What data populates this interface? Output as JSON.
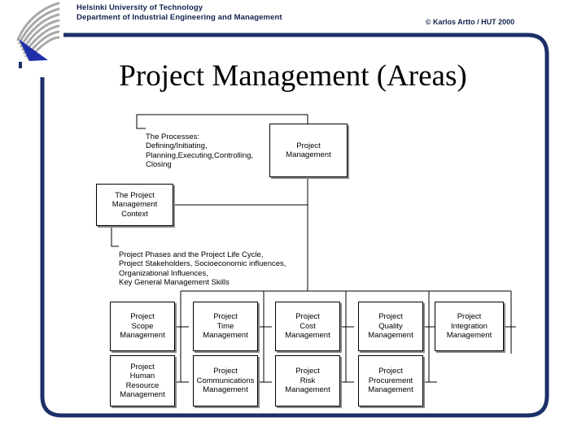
{
  "slide": {
    "header": {
      "line1": "Helsinki University of Technology",
      "line2": "Department of Industrial Engineering and Management",
      "copyright": "© Karlos Artto / HUT 2000"
    },
    "title": "Project Management (Areas)",
    "logo_name": "hut-logo",
    "colors": {
      "frame": "#1b3068",
      "header_text": "#11224d",
      "logo_blue": "#1f2fa8",
      "logo_gray": "#a9a9a9",
      "box_border": "#000000",
      "box_shadow": "#8a8a8a",
      "wire": "#000000"
    }
  },
  "diagram": {
    "root": {
      "label": "Project\nManagement"
    },
    "context_box": {
      "label": "The Project\nManagement\nContext"
    },
    "notes": {
      "processes": {
        "heading": "The Processes:",
        "body": "Defining/Initiating,\nPlanning,Executing,Controlling,\nClosing"
      },
      "context_detail": {
        "heading": "Project Phases and the Project Life Cycle,",
        "body": "Project Stakeholders, Socioeconomic influences,\nOrganizational Influences,\nKey General Management Skills"
      }
    },
    "areas_row1": [
      {
        "label": "Project\nScope\nManagement"
      },
      {
        "label": "Project\nTime\nManagement"
      },
      {
        "label": "Project\nCost\nManagement"
      },
      {
        "label": "Project\nQuality\nManagement"
      },
      {
        "label": "Project\nIntegration\nManagement"
      }
    ],
    "areas_row2": [
      {
        "label": "Project\nHuman\nResource\nManagement"
      },
      {
        "label": "Project\nCommunications\nManagement"
      },
      {
        "label": "Project\nRisk\nManagement"
      },
      {
        "label": "Project\nProcurement\nManagement"
      }
    ]
  }
}
